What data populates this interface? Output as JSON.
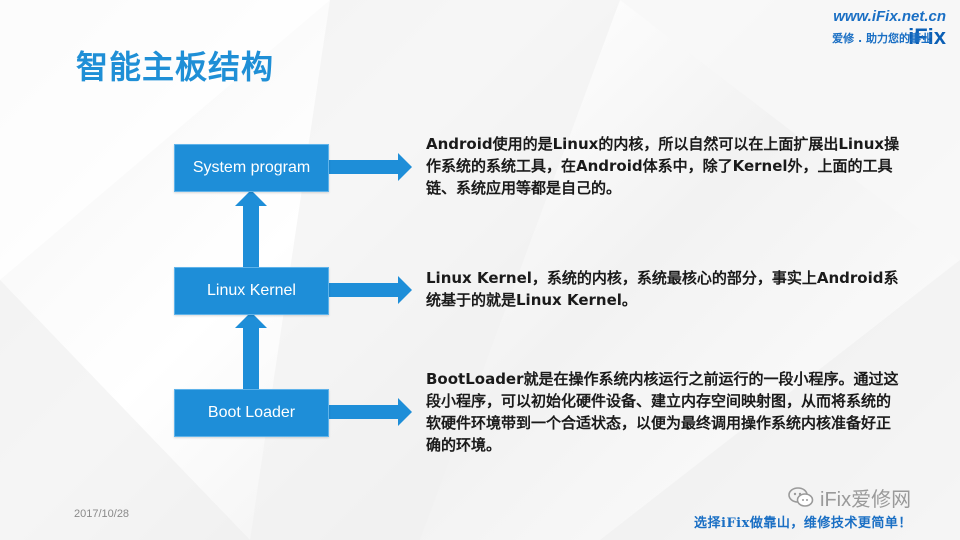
{
  "header": {
    "title": "智能主板结构",
    "brand_url": "www.iFix.net.cn",
    "brand_sub": "爱修 . 助力您的事业",
    "brand_logo": "iFix"
  },
  "diagram": {
    "boxes": [
      {
        "label": "System program"
      },
      {
        "label": "Linux Kernel"
      },
      {
        "label": "Boot Loader"
      }
    ],
    "descriptions": [
      {
        "text": "Android使用的是Linux的内核，所以自然可以在上面扩展出Linux操作系统的系统工具，在Android体系中，除了Kernel外，上面的工具链、系统应用等都是自己的。"
      },
      {
        "text": "Linux Kernel，系统的内核，系统最核心的部分，事实上Android系统基于的就是Linux Kernel。"
      },
      {
        "text": "BootLoader就是在操作系统内核运行之前运行的一段小程序。通过这段小程序，可以初始化硬件设备、建立内存空间映射图，从而将系统的软硬件环境带到一个合适状态，以便为最终调用操作系统内核准备好正确的环境。"
      }
    ],
    "colors": {
      "box": "#1e8ed8",
      "arrow": "#1e8ed8",
      "title": "#1f8fd6"
    }
  },
  "footer": {
    "date": "2017/10/28",
    "watermark": "iFix爱修网",
    "slogan": "选择iFix做靠山，维修技术更简单！"
  }
}
